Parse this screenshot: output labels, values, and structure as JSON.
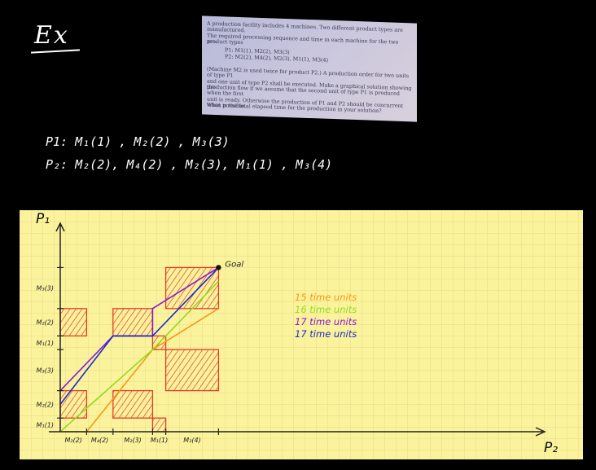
{
  "title": "Ex",
  "problem_photo": {
    "line1": "A production facility includes 4 machines. Two different product types are manufactured.",
    "line2": "The required processing sequence and time in each machine for the two product types",
    "line3": "are:",
    "p1": "P1: M1(1), M2(2), M3(3)",
    "p2": "P2: M2(2), M4(2), M2(3), M1(1), M3(4)",
    "line4": "(Machine M2 is used twice for product P2.) A production order for two units of type P1",
    "line5": "and one unit of type P2 shall be executed. Make a graphical solution showing the",
    "line6": "production flow if we assume that the second unit of type P1 is produced when the first",
    "line7": "unit is ready. Otherwise the production of P1 and P2 should be concurrent when possible.",
    "line8": "What is the total elapsed time for the production in your solution?"
  },
  "sequences": {
    "p1": "P1:  M₁(1) ,  M₂(2) ,  M₃(3)",
    "p2": "P₂:  M₂(2),  M₄(2) ,  M₂(3),  M₁(1) ,  M₃(4)"
  },
  "axes": {
    "y_label": "P₁",
    "x_label": "P₂",
    "y_ticks": [
      "M₁(1)",
      "M₂(2)",
      "M₃(3)",
      "M₁(1)",
      "M₂(2)",
      "M₃(3)"
    ],
    "y_durations": [
      1,
      2,
      3,
      1,
      2,
      3
    ],
    "x_ticks": [
      "M₂(2)",
      "M₄(2)",
      "M₂(3)",
      "M₁(1)",
      "M₃(4)"
    ],
    "x_durations": [
      2,
      2,
      3,
      1,
      4
    ]
  },
  "goal_label": "Goal",
  "legend": [
    {
      "text": "15  time units",
      "color": "#f39a12"
    },
    {
      "text": "16  time units",
      "color": "#8edc1f"
    },
    {
      "text": "17  time units",
      "color": "#8a16d6"
    },
    {
      "text": "17 time units",
      "color": "#1a2ad0"
    }
  ],
  "colors": {
    "grid_bg": "#fbf39c",
    "grid_line": "#e4d98a",
    "conflict": "#e33a2a",
    "axis": "#222222"
  },
  "conflict_blocks": [
    {
      "y_span": [
        0,
        1
      ],
      "x_span": [
        7,
        8
      ],
      "note": "M1 conflict"
    },
    {
      "y_span": [
        1,
        3
      ],
      "x_span": [
        0,
        2
      ],
      "note": "M2 vs M2"
    },
    {
      "y_span": [
        1,
        3
      ],
      "x_span": [
        4,
        7
      ],
      "note": "M2 vs M2"
    },
    {
      "y_span": [
        3,
        6
      ],
      "x_span": [
        8,
        12
      ],
      "note": "M3 vs M3"
    },
    {
      "y_span": [
        6,
        7
      ],
      "x_span": [
        7,
        8
      ],
      "note": "M1 conflict"
    },
    {
      "y_span": [
        7,
        9
      ],
      "x_span": [
        0,
        2
      ],
      "note": "M2 vs M2"
    },
    {
      "y_span": [
        7,
        9
      ],
      "x_span": [
        4,
        7
      ],
      "note": "M2 vs M2"
    },
    {
      "y_span": [
        9,
        12
      ],
      "x_span": [
        8,
        12
      ],
      "note": "M3 vs M3"
    }
  ],
  "paths": [
    {
      "name": "orange",
      "color": "#f39a12",
      "points": [
        [
          0,
          0
        ],
        [
          2,
          0
        ],
        [
          7,
          6
        ],
        [
          12,
          9
        ]
      ]
    },
    {
      "name": "green",
      "color": "#8edc1f",
      "points": [
        [
          0,
          0
        ],
        [
          7,
          6
        ],
        [
          12,
          11
        ]
      ]
    },
    {
      "name": "purple",
      "color": "#8a16d6",
      "points": [
        [
          0,
          3
        ],
        [
          4,
          7
        ],
        [
          7,
          7
        ],
        [
          7,
          9
        ],
        [
          12,
          12
        ]
      ]
    },
    {
      "name": "blue",
      "color": "#1a2ad0",
      "points": [
        [
          0,
          2
        ],
        [
          4,
          7
        ],
        [
          7,
          7
        ],
        [
          12,
          12
        ]
      ]
    }
  ],
  "goal": [
    12,
    12
  ]
}
